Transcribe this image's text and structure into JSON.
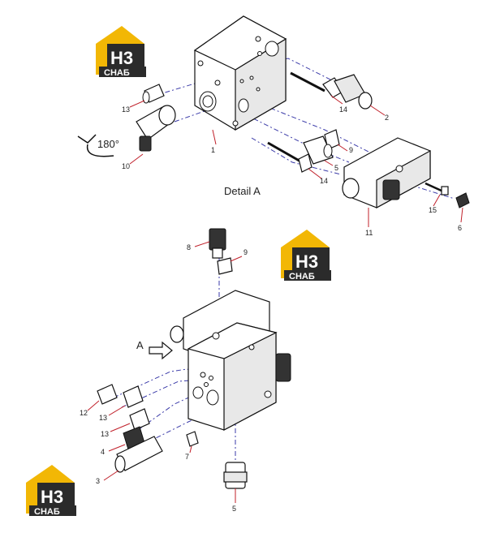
{
  "detail_label": "Detail A",
  "rotation_label": "180°",
  "arrow_label": "A",
  "brand": {
    "logo_letters": "H3",
    "logo_word": "CHAБ",
    "yellow": "#f2b705",
    "dark": "#2b2b2b"
  },
  "callouts_top": [
    "1",
    "2",
    "5",
    "9",
    "10",
    "11",
    "13",
    "14",
    "14",
    "15",
    "6"
  ],
  "callouts_bottom": [
    "8",
    "9",
    "12",
    "13",
    "13",
    "4",
    "3",
    "7",
    "5"
  ],
  "colors": {
    "leader": "#c0202a",
    "centerline": "#3a3aa8"
  }
}
